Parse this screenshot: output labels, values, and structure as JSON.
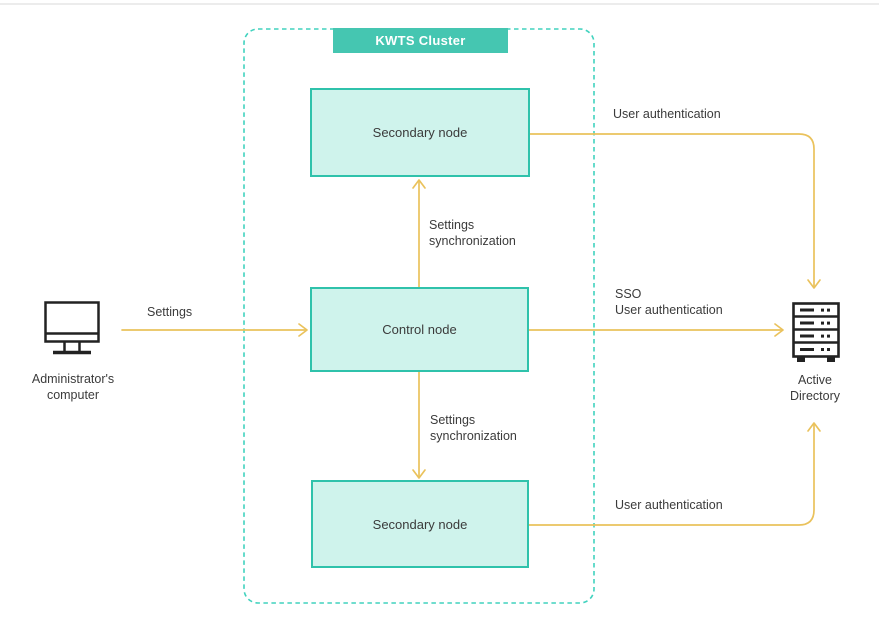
{
  "colors": {
    "teal": "#45C6B1",
    "node_border": "#2FC2AB",
    "node_fill": "#CFF3EC",
    "cluster_dash": "#40D2BE",
    "arrow": "#EAC25C",
    "icon": "#222222",
    "text": "#3B3B3B",
    "top_line": "#ECECEC"
  },
  "cluster": {
    "label": "KWTS Cluster"
  },
  "nodes": {
    "secondary_top": "Secondary node",
    "control": "Control node",
    "secondary_bottom": "Secondary node"
  },
  "external": {
    "admin_computer_label": "Administrator's\ncomputer",
    "active_directory_label": "Active\nDirectory"
  },
  "arrows": {
    "settings": "Settings",
    "sync_top": "Settings\nsynchronization",
    "sync_bottom": "Settings\nsynchronization",
    "user_auth_top": "User authentication",
    "sso_user_auth": "SSO\nUser authentication",
    "user_auth_bottom": "User authentication"
  }
}
